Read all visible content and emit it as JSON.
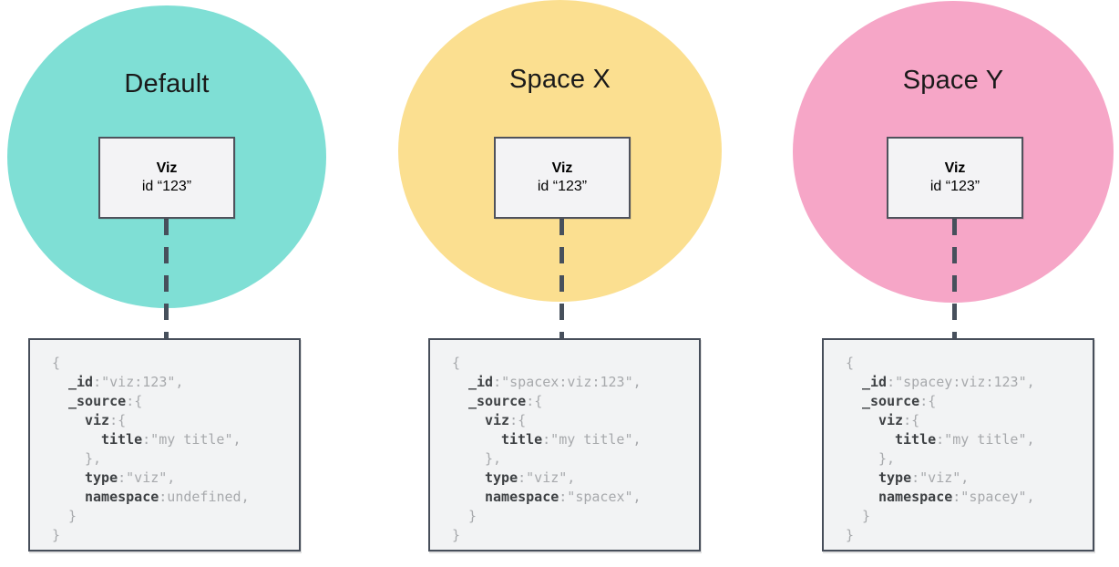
{
  "colors": {
    "teal": "#7FDFD5",
    "yellow": "#FBDF90",
    "pink": "#F6A6C7",
    "line_dark": "#47505C",
    "box_bg": "#F2F3F4",
    "code_key": "#3E4144",
    "code_value": "#A7A9AC"
  },
  "columns": [
    {
      "title": "Default",
      "circle_color": "#7FDFD5",
      "viz_box": {
        "name": "Viz",
        "id_line": "id “123”"
      },
      "code_lines": [
        {
          "i": 0,
          "k": "",
          "r": "{"
        },
        {
          "i": 1,
          "k": "_id",
          "r": ":\"viz:123\","
        },
        {
          "i": 1,
          "k": "_source",
          "r": ":{"
        },
        {
          "i": 2,
          "k": "viz",
          "r": ":{"
        },
        {
          "i": 3,
          "k": "title",
          "r": ":\"my title\","
        },
        {
          "i": 2,
          "k": "",
          "r": "},"
        },
        {
          "i": 2,
          "k": "type",
          "r": ":\"viz\","
        },
        {
          "i": 2,
          "k": "namespace",
          "r": ":undefined,"
        },
        {
          "i": 1,
          "k": "",
          "r": "}"
        },
        {
          "i": 0,
          "k": "",
          "r": "}"
        }
      ]
    },
    {
      "title": "Space X",
      "circle_color": "#FBDF90",
      "viz_box": {
        "name": "Viz",
        "id_line": "id “123”"
      },
      "code_lines": [
        {
          "i": 0,
          "k": "",
          "r": "{"
        },
        {
          "i": 1,
          "k": "_id",
          "r": ":\"spacex:viz:123\","
        },
        {
          "i": 1,
          "k": "_source",
          "r": ":{"
        },
        {
          "i": 2,
          "k": "viz",
          "r": ":{"
        },
        {
          "i": 3,
          "k": "title",
          "r": ":\"my title\","
        },
        {
          "i": 2,
          "k": "",
          "r": "},"
        },
        {
          "i": 2,
          "k": "type",
          "r": ":\"viz\","
        },
        {
          "i": 2,
          "k": "namespace",
          "r": ":\"spacex\","
        },
        {
          "i": 1,
          "k": "",
          "r": "}"
        },
        {
          "i": 0,
          "k": "",
          "r": "}"
        }
      ]
    },
    {
      "title": "Space Y",
      "circle_color": "#F6A6C7",
      "viz_box": {
        "name": "Viz",
        "id_line": "id “123”"
      },
      "code_lines": [
        {
          "i": 0,
          "k": "",
          "r": "{"
        },
        {
          "i": 1,
          "k": "_id",
          "r": ":\"spacey:viz:123\","
        },
        {
          "i": 1,
          "k": "_source",
          "r": ":{"
        },
        {
          "i": 2,
          "k": "viz",
          "r": ":{"
        },
        {
          "i": 3,
          "k": "title",
          "r": ":\"my title\","
        },
        {
          "i": 2,
          "k": "",
          "r": "},"
        },
        {
          "i": 2,
          "k": "type",
          "r": ":\"viz\","
        },
        {
          "i": 2,
          "k": "namespace",
          "r": ":\"spacey\","
        },
        {
          "i": 1,
          "k": "",
          "r": "}"
        },
        {
          "i": 0,
          "k": "",
          "r": "}"
        }
      ]
    }
  ]
}
